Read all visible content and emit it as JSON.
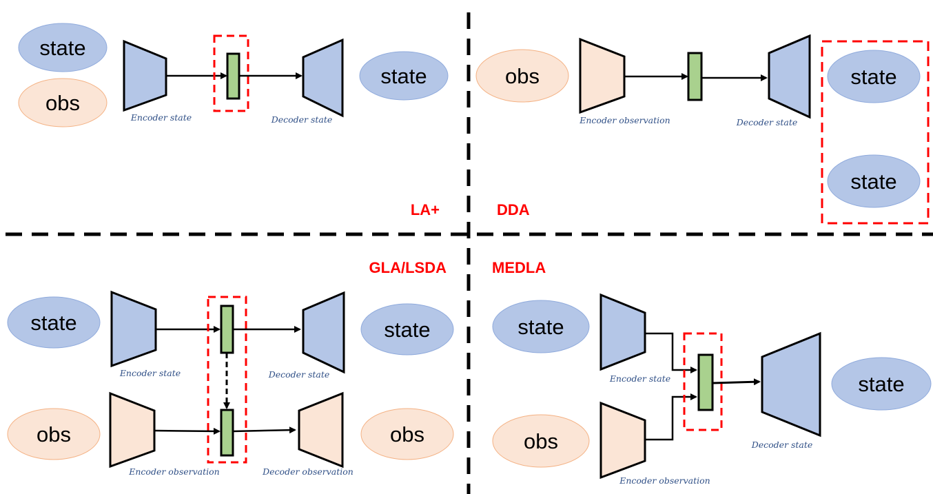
{
  "colors": {
    "state_fill": "#b4c6e7",
    "state_stroke": "#8faadc",
    "obs_fill": "#fbe5d6",
    "obs_stroke": "#f4b183",
    "latent_fill": "#a9d18e",
    "highlight": "#ff0000",
    "caption": "#2f4f86",
    "method_label": "#ff0000",
    "outline": "#000000"
  },
  "labels": {
    "state": "state",
    "obs": "obs",
    "encoder_state": "Encoder state",
    "decoder_state": "Decoder state",
    "encoder_observation": "Encoder observation",
    "decoder_observation": "Decoder observation"
  },
  "methods": {
    "la_plus": "LA+",
    "dda": "DDA",
    "gla_lsda": "GLA/LSDA",
    "medla": "MEDLA"
  }
}
